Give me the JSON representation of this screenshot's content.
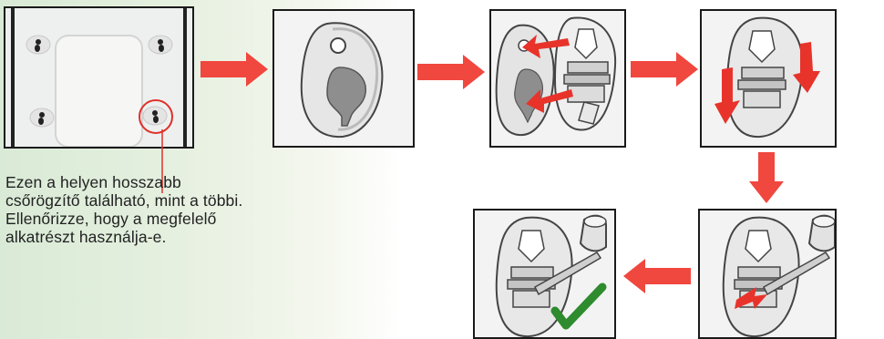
{
  "note": {
    "line1": "Ezen a helyen hosszabb",
    "line2": "csőrögzítő található, mint a többi.",
    "line3": "Ellenőrizze, hogy a megfelelő",
    "line4": "alkatrészt használja-e."
  },
  "colors": {
    "arrow": "#f0473e",
    "check": "#2e8b2e",
    "highlight_circle": "#e0302a"
  },
  "icons": [
    "arrow-right-icon",
    "arrow-down-icon",
    "arrow-left-icon",
    "checkmark-icon"
  ]
}
